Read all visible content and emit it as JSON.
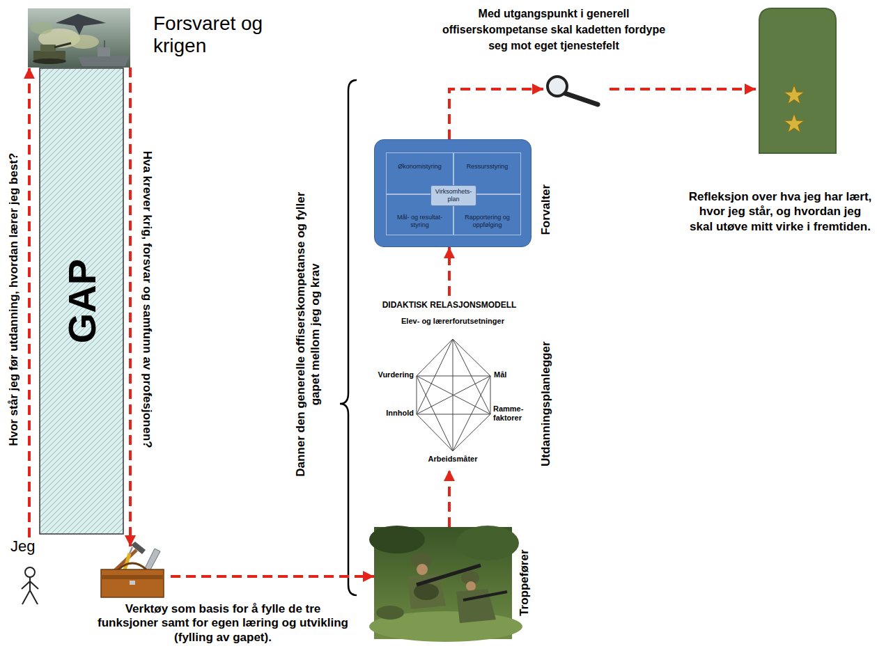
{
  "diagram": {
    "nodes": [
      {
        "text": [
          "Forsvaret og krigen"
        ]
      },
      {
        "text": [
          "GAP"
        ]
      },
      {
        "text": [
          "Jeg"
        ]
      },
      {
        "text": [
          "Verktøy som basis for å fylle de tre funksjoner samt for egen læring og utvikling (fylling av gapet)."
        ]
      },
      {
        "text": [
          "Troppefører"
        ]
      },
      {
        "text": [
          "DIDAKTISK RELASJONSMODELL",
          "Elev- og lærerforutsetninger",
          "Vurdering",
          "Mål",
          "Innhold",
          "Ramme- faktorer",
          "Arbeidsmåter",
          "Utdanningsplanlegger"
        ]
      },
      {
        "text": [
          "Forvalter"
        ]
      },
      {
        "text": [
          "Økonomistyring"
        ],
        "in": 6
      },
      {
        "text": [
          "Ressursstyring"
        ],
        "in": 6
      },
      {
        "text": [
          "Mål- og resultat- styring"
        ],
        "in": 6
      },
      {
        "text": [
          "Rapportering og oppfølging"
        ],
        "in": 6
      },
      {
        "text": [
          "Virksomhets- plan"
        ],
        "in": 6
      },
      {
        "text": [
          "Med utgangspunkt i generell offiserskompetanse skal kadetten fordype seg mot eget tjenestefelt"
        ]
      },
      {
        "text": [
          "Refleksjon over hva jeg har lært, hvor jeg står, og hvordan jeg skal utøve mitt virke i fremtiden."
        ]
      }
    ],
    "edges": [
      {
        "from": 2,
        "to": 0,
        "arrow": "to",
        "label": "Hvor står jeg før utdanning, hvordan lærer jeg best?"
      },
      {
        "from": 0,
        "to": 3,
        "arrow": "to",
        "label": "Hva krever krig, forsvar og samfunn av profesjonen?"
      },
      {
        "from": 3,
        "to": 4,
        "arrow": "to"
      },
      {
        "from": 4,
        "to": 5,
        "arrow": "to"
      },
      {
        "from": 5,
        "to": 6,
        "arrow": "to"
      },
      {
        "from": 6,
        "to": 12,
        "arrow": "to"
      },
      {
        "from": 12,
        "to": 13,
        "arrow": "to"
      }
    ],
    "labels": [
      "Danner den generelle offiserskompetanse og fyller gapet mellom jeg og krav"
    ]
  }
}
